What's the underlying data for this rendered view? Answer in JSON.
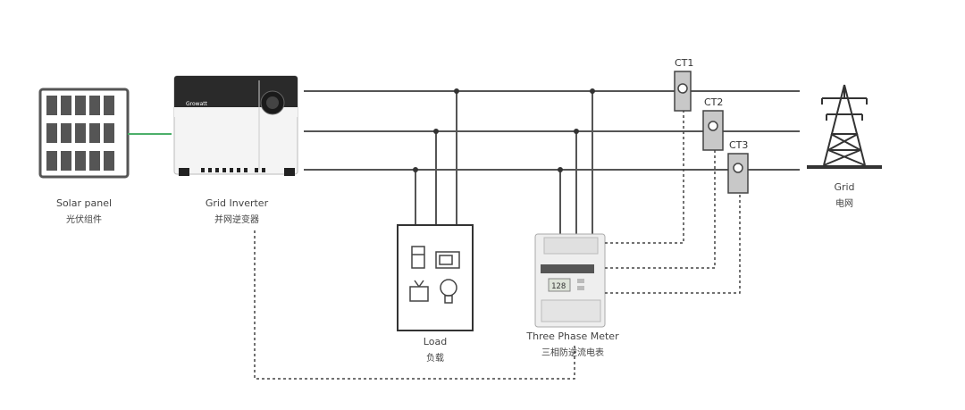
{
  "components": {
    "solar_panel": {
      "label_en": "Solar panel",
      "label_zh": "光伏组件"
    },
    "inverter": {
      "label_en": "Grid Inverter",
      "label_zh": "并网逆变器",
      "brand": "Growatt"
    },
    "load": {
      "label_en": "Load",
      "label_zh": "负载"
    },
    "meter": {
      "label_en": "Three Phase Meter",
      "label_zh": "三相防逆流电表",
      "display": "128"
    },
    "grid": {
      "label_en": "Grid",
      "label_zh": "电网"
    },
    "ct1": {
      "label": "CT1"
    },
    "ct2": {
      "label": "CT2"
    },
    "ct3": {
      "label": "CT3"
    }
  },
  "colors": {
    "line": "#555555",
    "dc_link": "#4caf6a",
    "device": "#f2f2f2",
    "dark": "#333333"
  }
}
